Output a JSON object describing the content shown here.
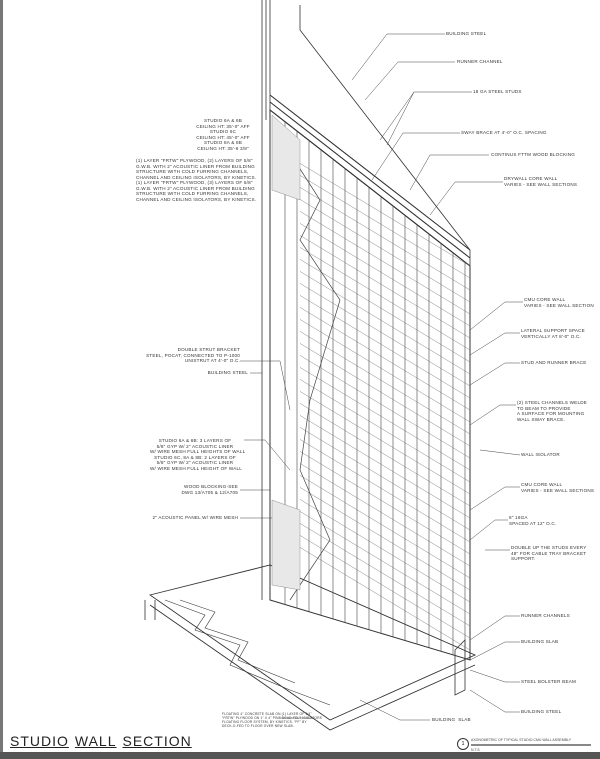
{
  "title": {
    "words": [
      "STUDIO",
      "WALL",
      "SECTION"
    ]
  },
  "labels": {
    "building_steel_top": "BUILDING STEEL",
    "runner_channel": "RUNNER CHANNEL",
    "steel_studs": "18 GA STEEL STUDS",
    "sway_brace": "SWAY BRACE AT 4'-0\" O.C. SPACING",
    "wood_blocking": "CONTINUS FTTM WOOD BLOCKING",
    "drywall_core": "DRYWALL CORE WALL\nVARIES - SEE WALL SECTIONS",
    "cmu_core_1": "CMU CORE WALL\nVARIES - SEE WALL SECTION",
    "lateral_support": "LATERAL SUPPORT SPACE\nVERTICALLY AT 8'-0\" O.C.",
    "stud_runner_brace": "STUD AND RUNNER BRACE",
    "steel_channels": "(2) STEEL CHANNELS WELDE\nTO BEAM TO PROVIDE\nA SURFACE FOR MOUNTING\nWALL SWAY BRACE.",
    "wall_isolator": "WALL ISOLATOR",
    "cmu_core_2": "CMU CORE WALL\nVARIES - SEE WALL SECTIONS",
    "stud_16ga": "6\" 16GA\nSPACED AT 12\" O.C.",
    "double_studs": "DOUBLE UP THE STUDS EVERY\n48\" FOR CABLE TRAY BRACKET\nSUPPORT.",
    "runner_channels": "RUNNER CHANNELS",
    "building_slab_right": "BUILDING SLAB",
    "steel_bolster": "STEEL BOLSTER BEAM",
    "building_steel_bottom": "BUILDING STEEL",
    "building_slab_bottom": "BUILDING  SLAB",
    "ceiling_heights": "STUDIO 6A & 6B\nCEILING HT: 35'-0\" AFF\nSTUDIO 6C\nCEILING HT: 45'-0\" AFF\nSTUDIO 8A & 8B\nCEILING HT: 35'-6 3/8\"",
    "plywood_note_1": "(1) LAYER \"FRTW\" PLYWOOD, (2) LAYERS OF 5/8\"\nG.W.B. WITH 2\" ACOUSTIC LINER FROM BUILDING\nSTRUCTURE WITH COLD FURRING CHANNELS,\nCHANNEL AND CEILING ISOLATORS, BY KINETICS.",
    "plywood_note_2": "(1) LAYER \"FRTW\" PLYWOOD, (3) LAYERS OF 5/8\"\nG.W.B. WITH 2\" ACOUSTIC LINER FROM BUILDING\nSTRUCTURE WITH COLD FURRING CHANNELS,\nCHANNEL AND CEILING ISOLATORS, BY KINETICS.",
    "strut_bracket": "DOUBLE STRUT BRACKET\nSTEEL, POCAT, CONNECTED TO P-1000\nUNISTRUT AT 4'-0\" O.C.",
    "building_steel_left": "BUILDING STEEL",
    "studio_layers": "STUDIO 6A & 6B: 3 LAYERS OF\n5/8\" GYP W/ 2\" ACOUSTIC LINER\nW/ WIRE MESH FULL HEIGHTS OF WALL\nSTUDIO 6C, 8A & 8B: 2 LAYERS OF\n5/8\" GYP W/ 2\" ACOUSTIC LINER\nW/ WIRE MESH FULL HEIGHT OF WALL",
    "wood_blocking_see": "WOOD BLOCKING-SEE\nDWG 13/A705 & 12/A705",
    "acoustic_panel": "2\" ACOUSTIC PANEL W/ WIRE MESH",
    "floor_note": "FLOATING 4\" CONCRETE SLAB ON (1) LAYER OF 3/4\"\n\"FRTW\" PLYWOOD ON 1\" X 4\" PINE DEAD-FELT ISOLATORS\nFLOATING FLOOR SYSTEM, BY KINETICS. \"FF\" BY\nDECK-O-FED TO FLOOR OVER NEW SLAB."
  },
  "reference": {
    "number": "1",
    "caption": "AXONOMETRIC OF TYPICAL STUDIO CMU WALL ASSEMBLY",
    "scale": "N.T.S."
  }
}
